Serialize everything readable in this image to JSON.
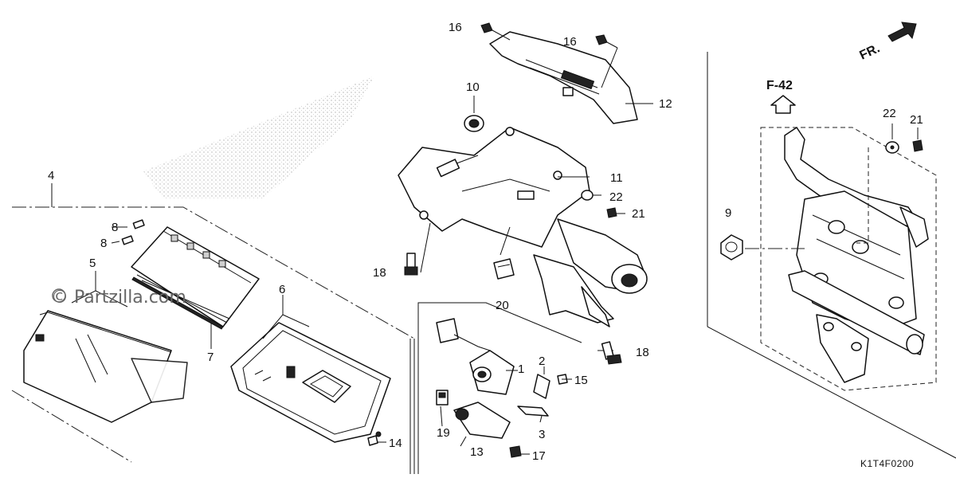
{
  "diagram": {
    "direction_label": "FR.",
    "reference_label": "F-42",
    "figure_code": "K1T4F0200",
    "watermark": "© Partzilla.com",
    "callouts": {
      "c1": "1",
      "c2": "2",
      "c3": "3",
      "c4": "4",
      "c5": "5",
      "c6": "6",
      "c7": "7",
      "c8a": "8",
      "c8b": "8",
      "c9": "9",
      "c10": "10",
      "c11": "11",
      "c12": "12",
      "c13": "13",
      "c14": "14",
      "c15": "15",
      "c16a": "16",
      "c16b": "16",
      "c17": "17",
      "c18a": "18",
      "c18b": "18",
      "c19": "19",
      "c20": "20",
      "c21a": "21",
      "c21b": "21",
      "c22a": "22",
      "c22b": "22"
    }
  }
}
